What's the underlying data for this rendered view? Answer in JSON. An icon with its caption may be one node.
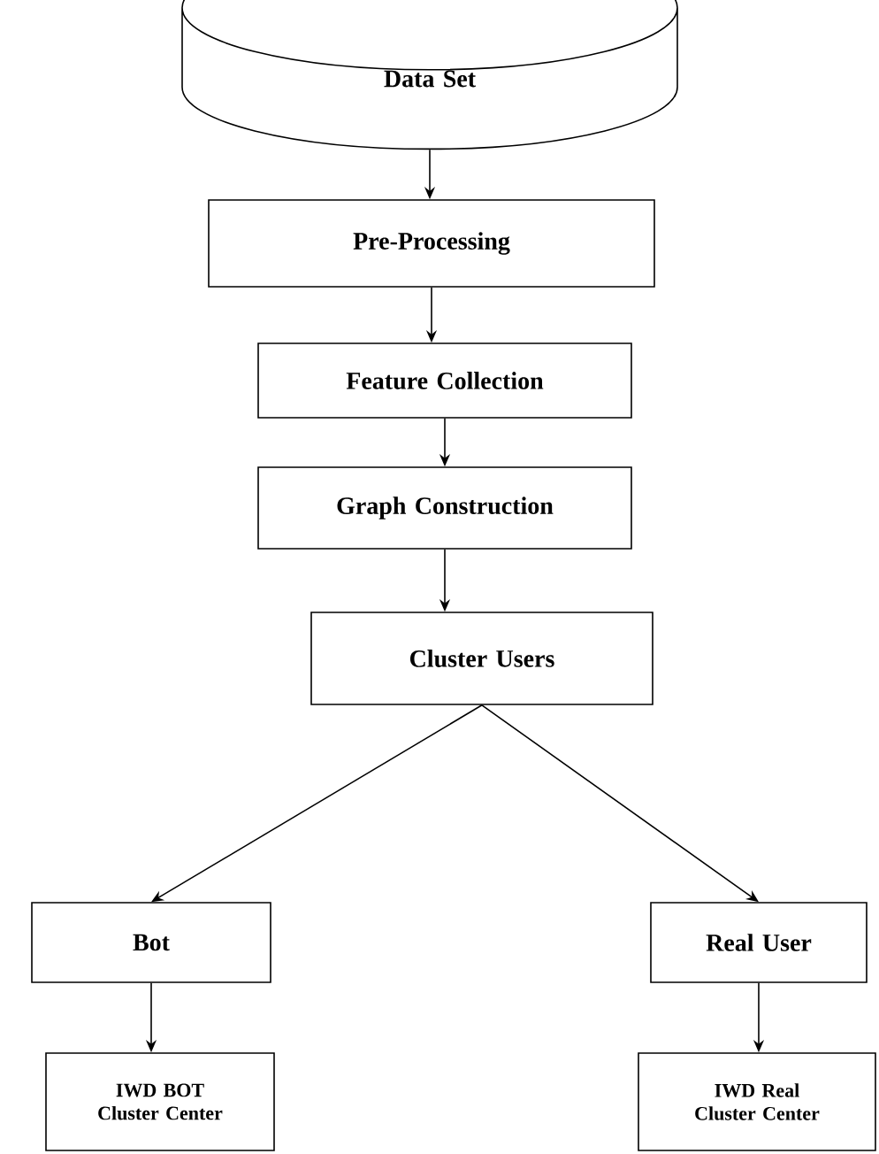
{
  "diagram": {
    "nodes": [
      {
        "text": [
          "Data Set"
        ]
      },
      {
        "text": [
          "Pre-Processing"
        ]
      },
      {
        "text": [
          "Feature Collection"
        ]
      },
      {
        "text": [
          "Graph Construction"
        ]
      },
      {
        "text": [
          "Cluster Users"
        ]
      },
      {
        "text": [
          "Bot"
        ]
      },
      {
        "text": [
          "Real User"
        ]
      },
      {
        "text": [
          "IWD BOT Cluster Center"
        ]
      },
      {
        "text": [
          "IWD Real Cluster Center"
        ]
      }
    ],
    "edges": [
      {
        "from": 0,
        "to": 1,
        "arrow": "to"
      },
      {
        "from": 1,
        "to": 2,
        "arrow": "to"
      },
      {
        "from": 2,
        "to": 3,
        "arrow": "to"
      },
      {
        "from": 3,
        "to": 4,
        "arrow": "to"
      },
      {
        "from": 4,
        "to": 5,
        "arrow": "to"
      },
      {
        "from": 4,
        "to": 6,
        "arrow": "to"
      },
      {
        "from": 5,
        "to": 7,
        "arrow": "to"
      },
      {
        "from": 6,
        "to": 8,
        "arrow": "to"
      }
    ]
  }
}
